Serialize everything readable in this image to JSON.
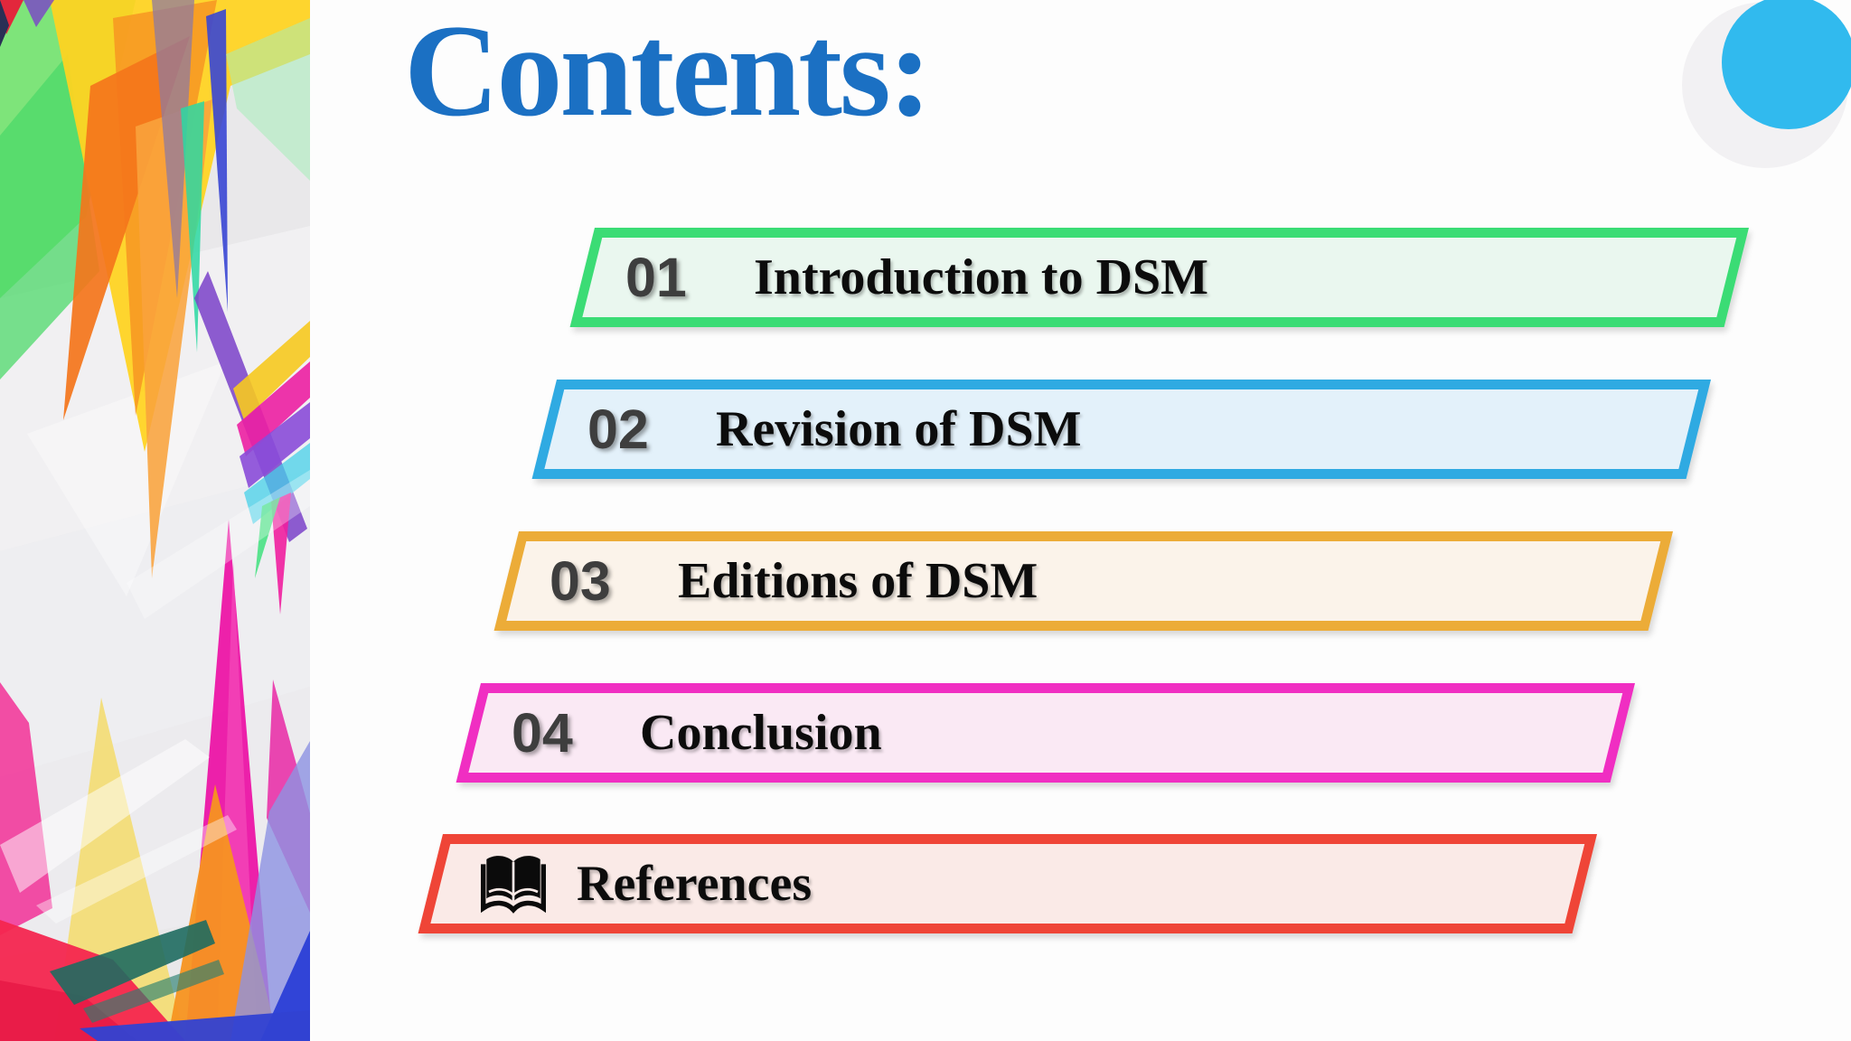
{
  "slide_title": {
    "text": "Contents:",
    "color": "#1B70C3"
  },
  "toc": {
    "number_color": "#3E3E3E",
    "label_color": "#0C0C0C",
    "items": [
      {
        "number": "01",
        "label": "Introduction to DSM",
        "border_color": "#3BDC75",
        "fill_color": "#EAF7EF"
      },
      {
        "number": "02",
        "label": "Revision of DSM",
        "border_color": "#2FAAE2",
        "fill_color": "#E3F1FA"
      },
      {
        "number": "03",
        "label": "Editions of DSM",
        "border_color": "#ECAC38",
        "fill_color": "#FBF3EA"
      },
      {
        "number": "04",
        "label": "Conclusion",
        "border_color": "#F02EC2",
        "fill_color": "#FAE9F4"
      },
      {
        "icon": "open-book-icon",
        "label": "References",
        "border_color": "#EF4537",
        "fill_color": "#FAEAE7"
      }
    ]
  },
  "decor": {
    "corner_circle_blue_color": "#31BAEE",
    "corner_circle_gray_color": "#F2F1F3",
    "left_art": "abstract-colorful-spikes"
  }
}
